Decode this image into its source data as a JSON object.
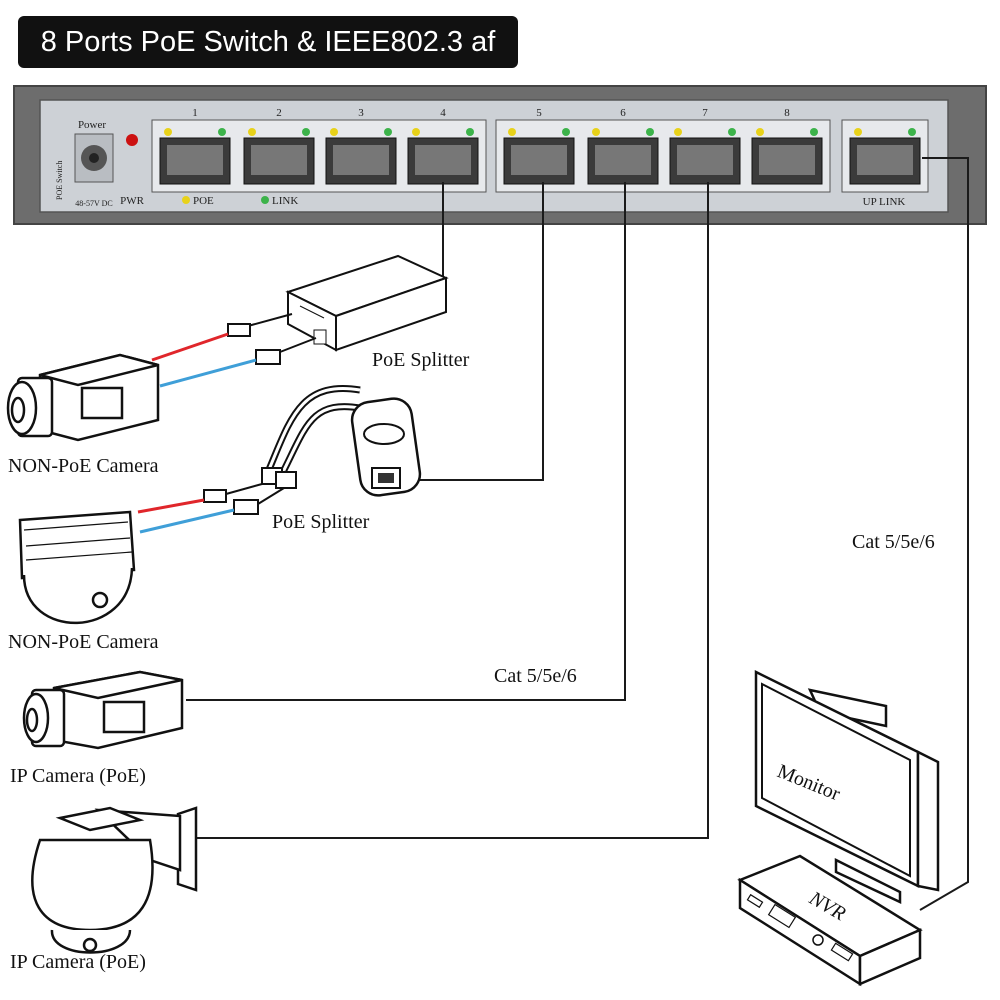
{
  "title": "8 Ports PoE Switch & IEEE802.3 af",
  "switch": {
    "power_label": "Power",
    "poe_switch_label": "POE Switch",
    "dc_label": "48-57V DC",
    "pwr_label": "PWR",
    "poe_legend": "POE",
    "link_legend": "LINK",
    "uplink_label": "UP LINK",
    "ports": [
      "1",
      "2",
      "3",
      "4",
      "5",
      "6",
      "7",
      "8"
    ]
  },
  "labels": {
    "poe_splitter_1": "PoE Splitter",
    "poe_splitter_2": "PoE Splitter",
    "non_poe_camera_1": "NON-PoE Camera",
    "non_poe_camera_2": "NON-PoE Camera",
    "ip_camera_1": "IP Camera (PoE)",
    "ip_camera_2": "IP Camera (PoE)",
    "cable_1": "Cat 5/5e/6",
    "cable_2": "Cat 5/5e/6",
    "monitor": "Monitor",
    "nvr": "NVR"
  },
  "colors": {
    "poe_led": "#e8d21a",
    "link_led": "#3cb34a",
    "pwr_led": "#cc1111",
    "power_wire_red": "#e0262b",
    "power_wire_blue": "#3f9fd8"
  }
}
